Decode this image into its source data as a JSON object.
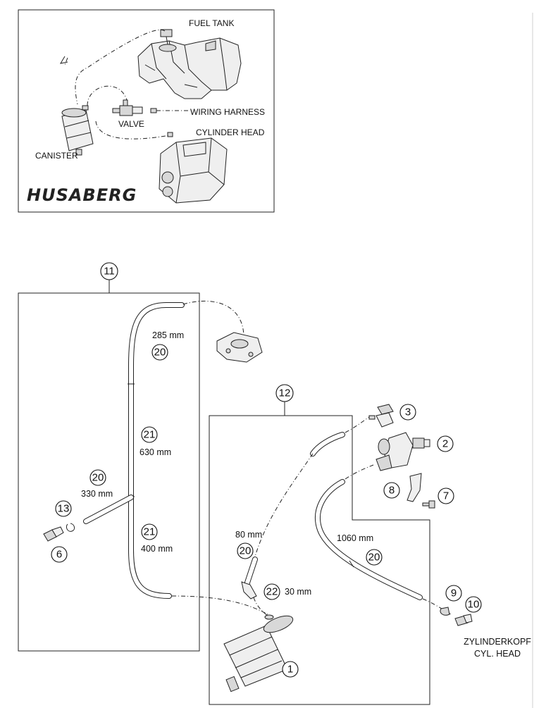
{
  "inset": {
    "labels": {
      "fuel_tank": "FUEL TANK",
      "wiring_harness": "WIRING HARNESS",
      "valve": "VALVE",
      "cylinder_head": "CYLINDER HEAD",
      "canister": "CANISTER"
    },
    "logo": "HUSABERG"
  },
  "groups": {
    "group_11": "11",
    "group_12": "12"
  },
  "callouts": {
    "c1": "1",
    "c2": "2",
    "c3": "3",
    "c6": "6",
    "c7": "7",
    "c8": "8",
    "c9": "9",
    "c10": "10",
    "c13": "13",
    "c20a": "20",
    "c20b": "20",
    "c20c": "20",
    "c20d": "20",
    "c21a": "21",
    "c21b": "21",
    "c22": "22"
  },
  "lengths": {
    "l285": "285 mm",
    "l630": "630 mm",
    "l330": "330 mm",
    "l400": "400 mm",
    "l80": "80 mm",
    "l1060": "1060 mm",
    "l30": "30 mm"
  },
  "cyl_head": {
    "line1": "ZYLINDERKOPF",
    "line2": "CYL. HEAD"
  }
}
